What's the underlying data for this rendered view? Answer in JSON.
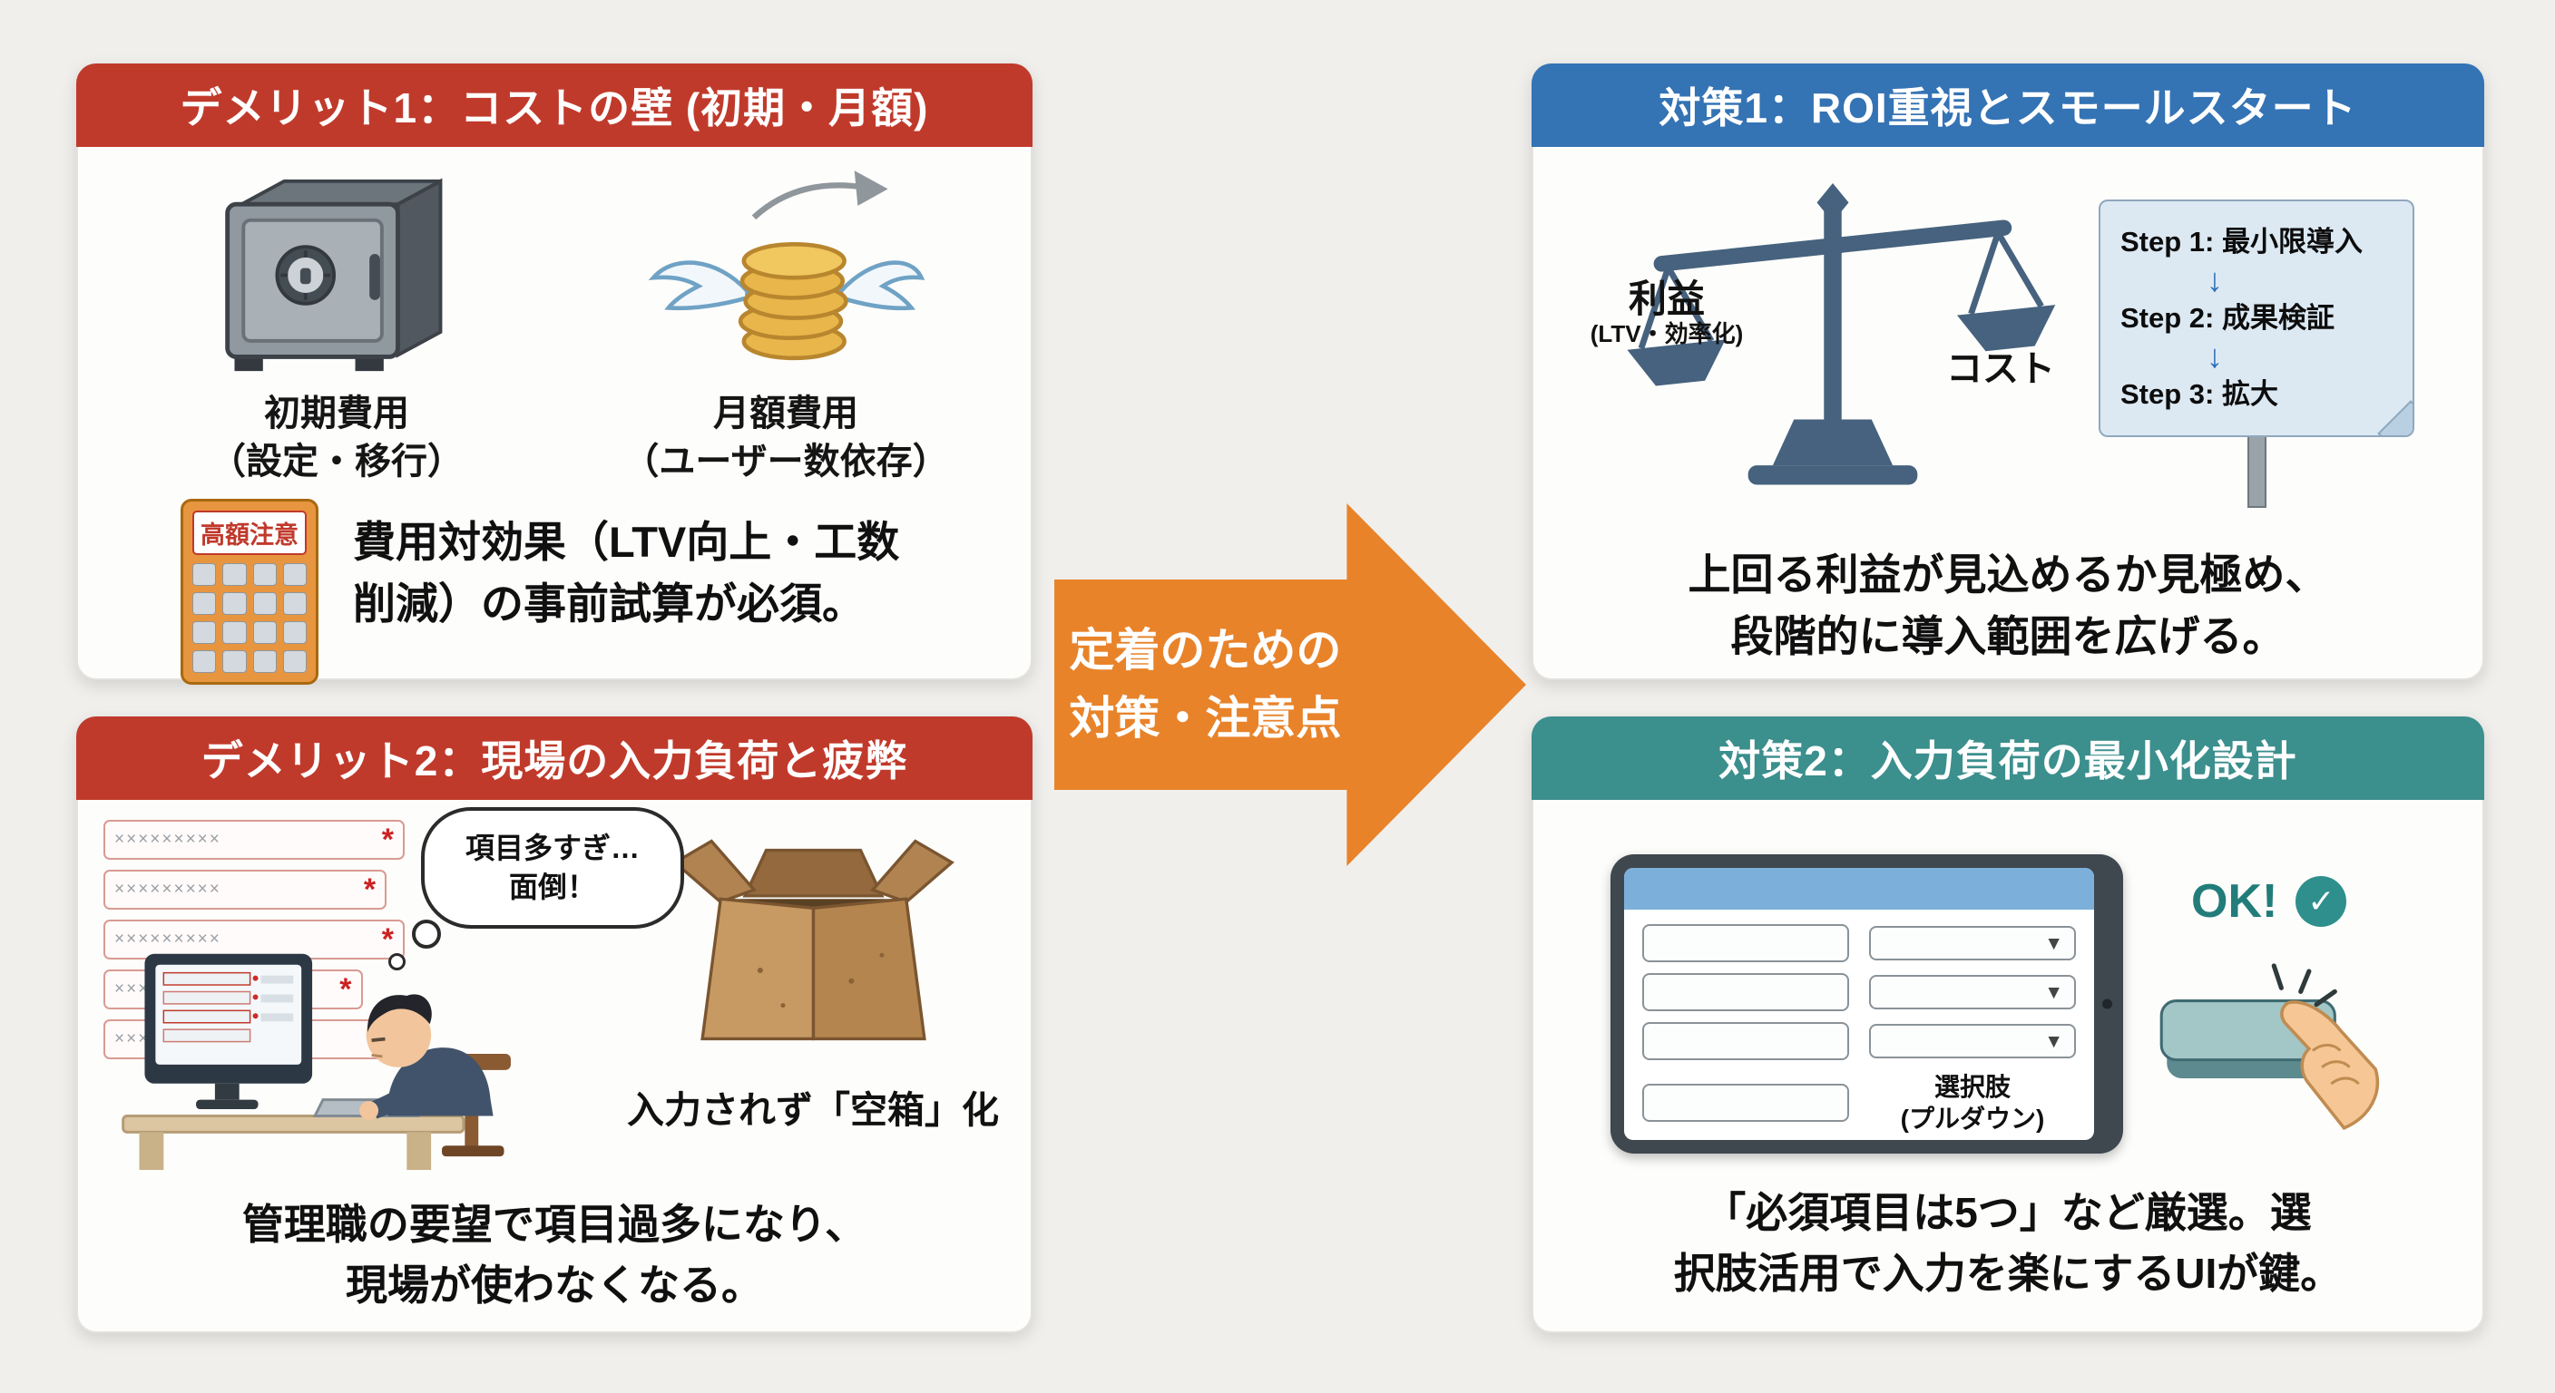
{
  "colors": {
    "background": "#f0efec",
    "demerit_header": "#c03a2b",
    "measure1_header": "#3473b4",
    "measure2_header": "#3b8f8d",
    "arrow": "#e8832a",
    "ok_teal": "#2e8f8c"
  },
  "icons": {
    "asterisk": "*",
    "down_arrow": "↓",
    "dropdown_caret": "▼",
    "check": "✓"
  },
  "arrow": {
    "line1": "定着のための",
    "line2": "対策・注意点"
  },
  "panels": {
    "demerit1": {
      "header": "デメリット1：コストの壁 (初期・月額)",
      "safe_label_line1": "初期費用",
      "safe_label_line2": "（設定・移行）",
      "coins_label_line1": "月額費用",
      "coins_label_line2": "（ユーザー数依存）",
      "calc_badge": "高額注意",
      "note_line1": "費用対効果（LTV向上・工数",
      "note_line2": "削減）の事前試算が必須。"
    },
    "demerit2": {
      "header": "デメリット2：現場の入力負荷と疲弊",
      "form_placeholder": "×××××××××",
      "thought_line1": "項目多すぎ…",
      "thought_line2": "面倒！",
      "box_caption": "入力されず「空箱」化",
      "note_line1": "管理職の要望で項目過多になり、",
      "note_line2": "現場が使わなくなる。"
    },
    "measure1": {
      "header": "対策1：ROI重視とスモールスタート",
      "scale_left_title": "利益",
      "scale_left_sub": "(LTV・効率化)",
      "scale_right": "コスト",
      "steps": [
        "Step 1:  最小限導入",
        "Step 2:  成果検証",
        "Step 3:  拡大"
      ],
      "note_line1": "上回る利益が見込めるか見極め、",
      "note_line2": "段階的に導入範囲を広げる。"
    },
    "measure2": {
      "header": "対策2：入力負荷の最小化設計",
      "dropdown_label_line1": "選択肢",
      "dropdown_label_line2": "(プルダウン)",
      "ok_label": "OK!",
      "note_line1": "「必須項目は5つ」など厳選。選",
      "note_line2": "択肢活用で入力を楽にするUIが鍵。"
    }
  }
}
